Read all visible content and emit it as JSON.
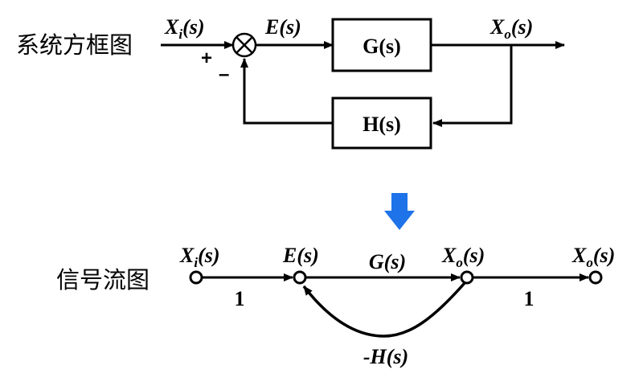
{
  "block_diagram": {
    "title": "系统方框图",
    "input": {
      "var": "X",
      "sub": "i",
      "arg": "(s)"
    },
    "error": {
      "var": "E",
      "arg": "(s)"
    },
    "output": {
      "var": "X",
      "sub": "o",
      "arg": "(s)"
    },
    "forward_block": "G(s)",
    "feedback_block": "H(s)",
    "plus_sign": "+",
    "minus_sign": "–"
  },
  "arrow": {
    "color": "#1E73E8"
  },
  "signal_flow": {
    "title": "信号流图",
    "nodes": [
      {
        "var": "X",
        "sub": "i",
        "arg": "(s)"
      },
      {
        "var": "E",
        "sub": "",
        "arg": "(s)"
      },
      {
        "var": "X",
        "sub": "o",
        "arg": "(s)"
      },
      {
        "var": "X",
        "sub": "o",
        "arg": "(s)"
      }
    ],
    "branch_in": "1",
    "branch_forward": "G(s)",
    "branch_out": "1",
    "branch_feedback": "-H(s)"
  }
}
